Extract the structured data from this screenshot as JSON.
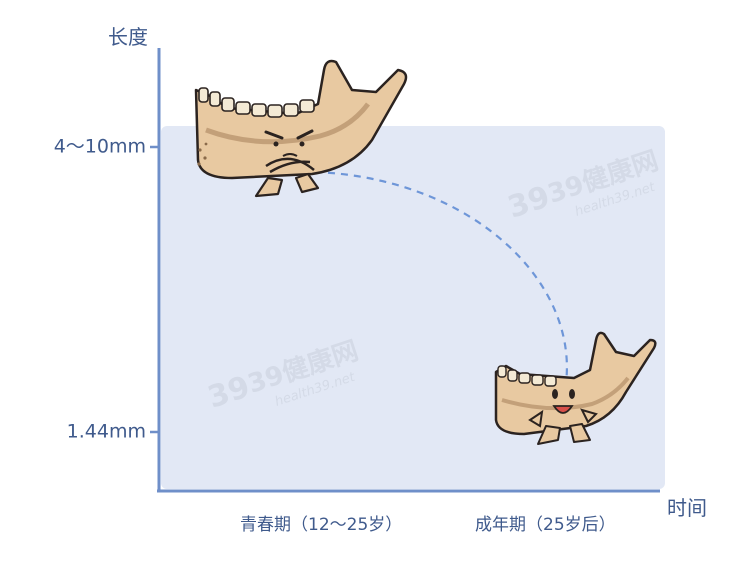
{
  "chart_data": {
    "type": "line",
    "ylabel": "长度",
    "xlabel": "时间",
    "categories": [
      "青春期（12～25岁）",
      "成年期（25岁后）"
    ],
    "y_ticks": [
      "4～10mm",
      "1.44mm"
    ],
    "y_tick_values": [
      7,
      1.44
    ],
    "series": [
      {
        "values": [
          7,
          1.44
        ]
      }
    ],
    "grid": false,
    "line_style": "dashed"
  },
  "colors": {
    "axis": "#6f8fc9",
    "area": "#e2e8f5",
    "line": "#6e96d8",
    "text": "#3f5a8c"
  },
  "watermark": {
    "brand": "39健康网",
    "site": "health39.net"
  },
  "icons": [
    "jawbone-teen-icon",
    "jawbone-adult-icon"
  ]
}
